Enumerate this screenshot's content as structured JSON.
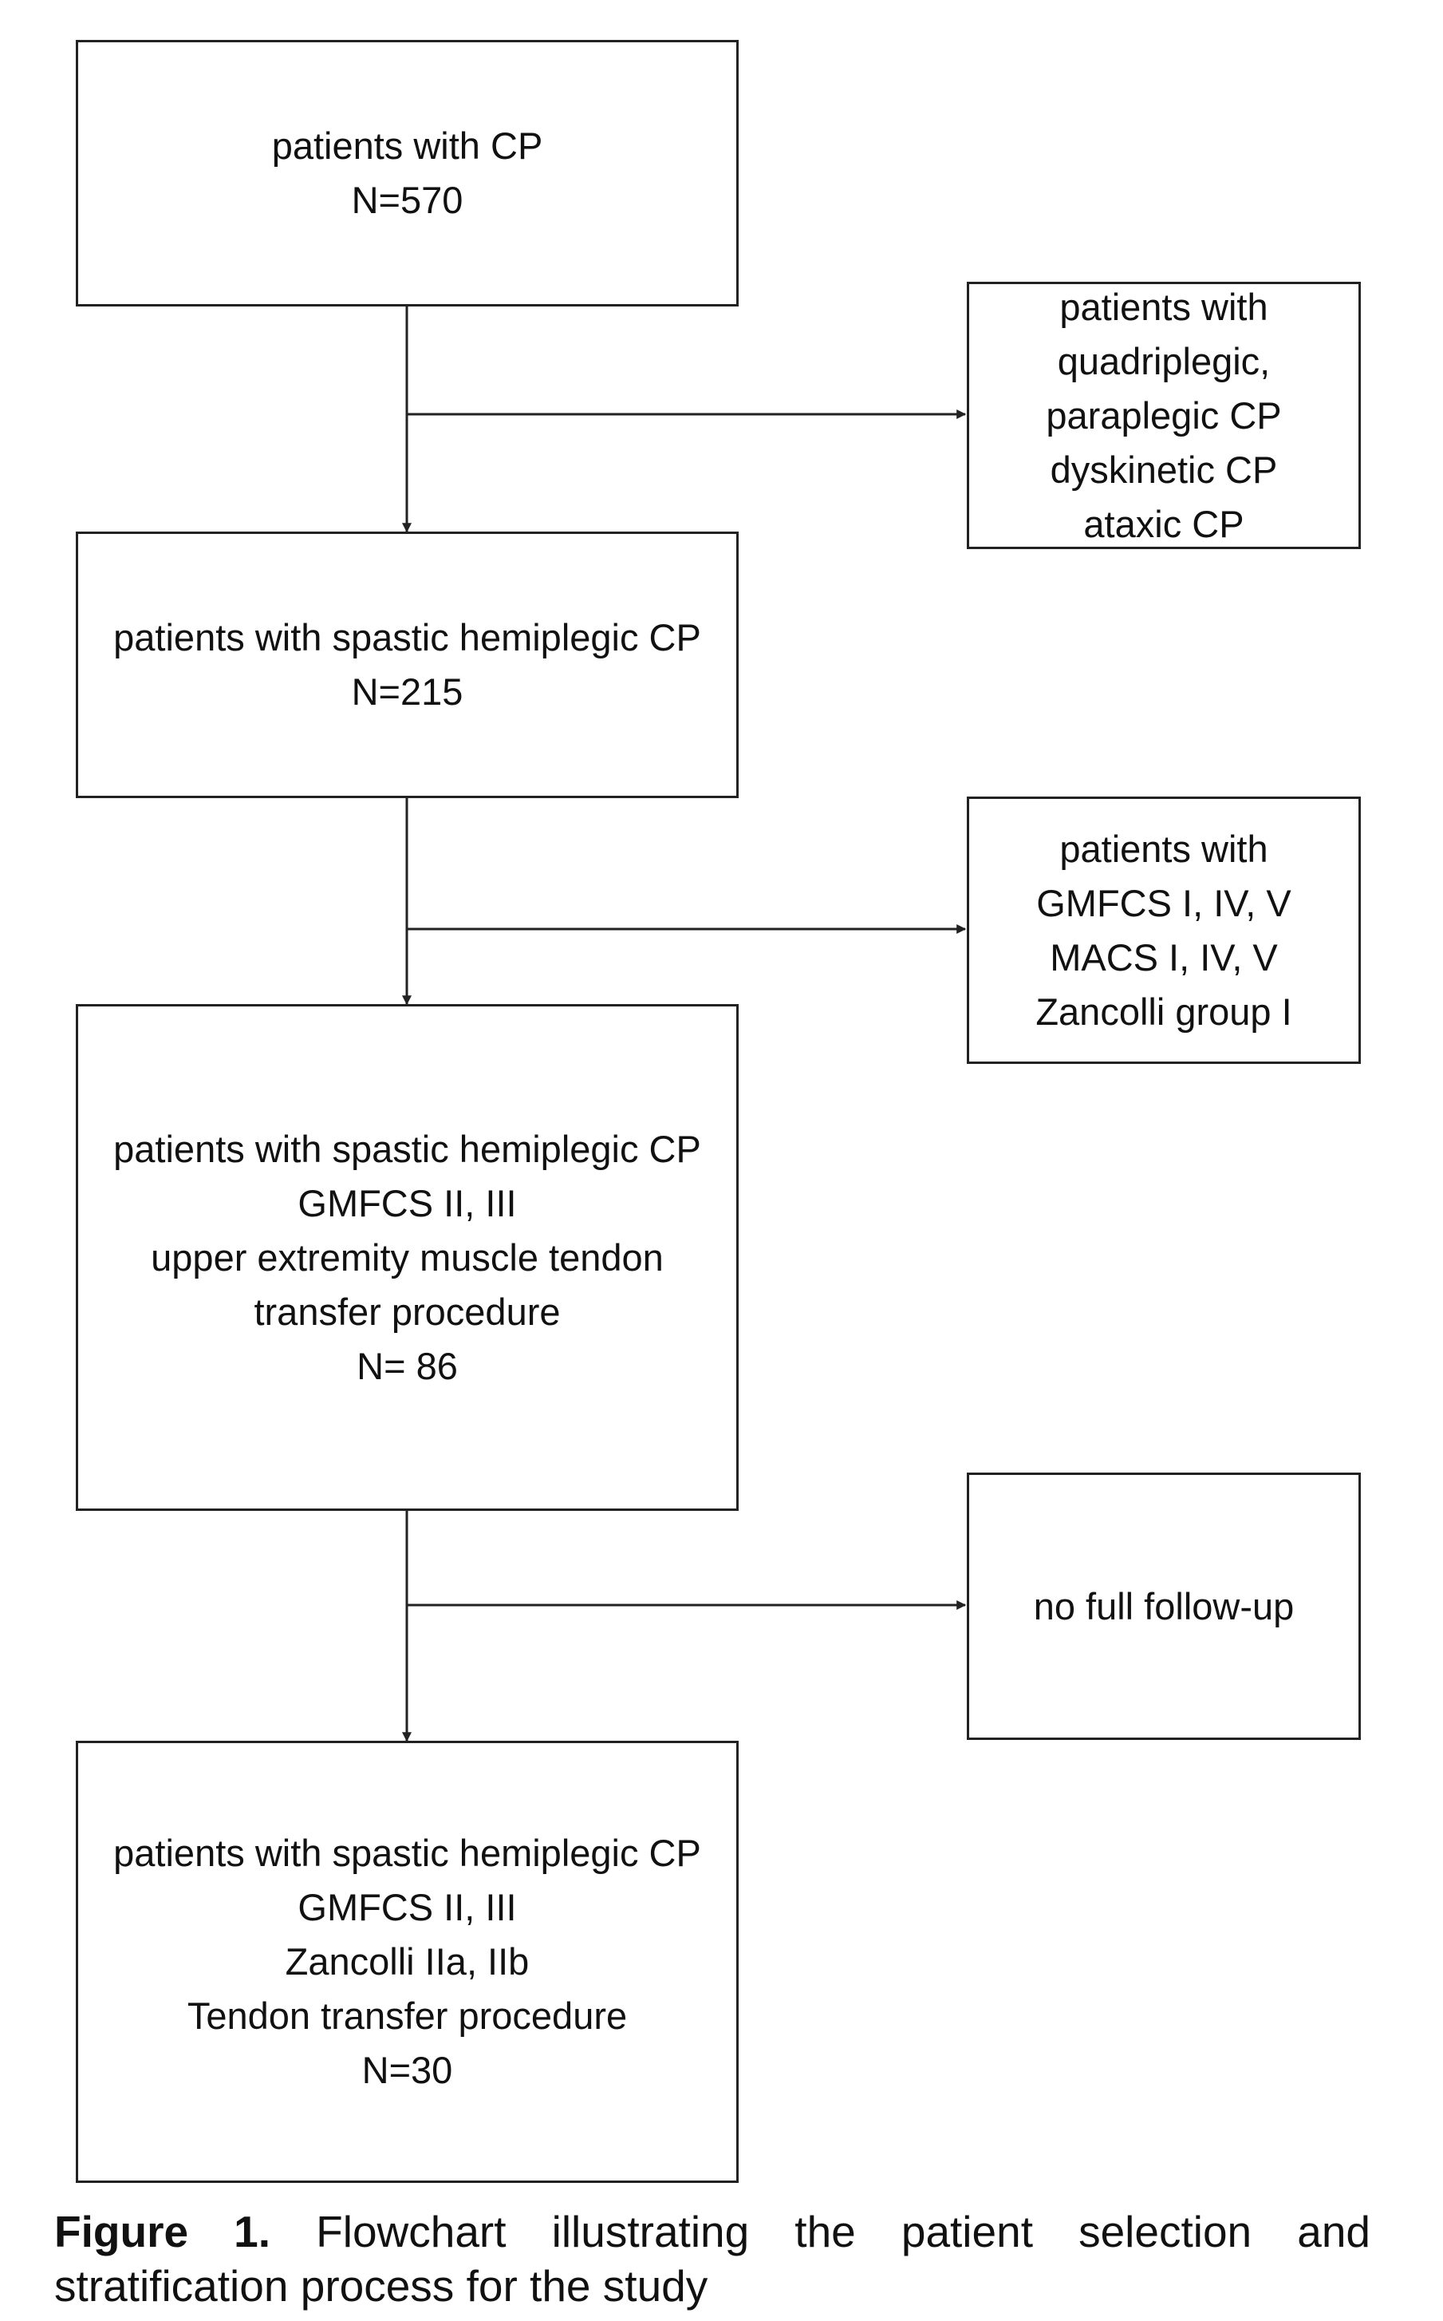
{
  "flowchart": {
    "main_boxes": [
      {
        "lines": [
          "patients with CP",
          "N=570"
        ]
      },
      {
        "lines": [
          "patients with spastic hemiplegic CP",
          "N=215"
        ]
      },
      {
        "lines": [
          "patients with spastic hemiplegic CP",
          "GMFCS II, III",
          "upper extremity muscle tendon",
          "transfer procedure",
          "N= 86"
        ]
      },
      {
        "lines": [
          "patients with spastic hemiplegic CP",
          "GMFCS II, III",
          "Zancolli IIa, IIb",
          "Tendon transfer procedure",
          "N=30"
        ]
      }
    ],
    "exclusion_boxes": [
      {
        "lines": [
          "patients with",
          "quadriplegic,",
          "paraplegic CP",
          "dyskinetic CP",
          "ataxic CP"
        ]
      },
      {
        "lines": [
          "patients with",
          "GMFCS I, IV, V",
          "MACS I, IV, V",
          "Zancolli group I"
        ]
      },
      {
        "lines": [
          "no full follow-up"
        ]
      }
    ]
  },
  "caption": {
    "label": "Figure 1.",
    "text": "Flowchart illustrating the patient selection and stratification process for the study"
  }
}
